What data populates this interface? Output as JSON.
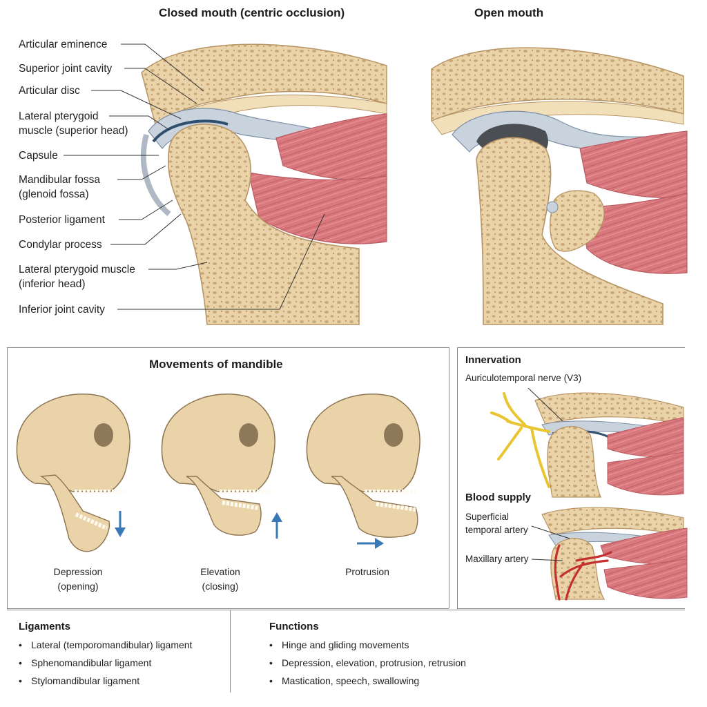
{
  "top": {
    "closed_title": "Closed mouth (centric occlusion)",
    "open_title": "Open mouth",
    "labels": [
      "Articular eminence",
      "Superior joint cavity",
      "Articular disc",
      "Lateral pterygoid\nmuscle (superior head)",
      "Capsule",
      "Mandibular fossa\n(glenoid fossa)",
      "Posterior ligament",
      "Condylar process",
      "Lateral pterygoid muscle\n(inferior head)",
      "Inferior joint cavity"
    ]
  },
  "movements": {
    "title": "Movements of mandible",
    "items": [
      {
        "caption": "Depression\n(opening)",
        "arrow": "down"
      },
      {
        "caption": "Elevation\n(closing)",
        "arrow": "up"
      },
      {
        "caption": "Protrusion",
        "arrow": "right"
      }
    ]
  },
  "side": {
    "innervation_title": "Innervation",
    "nerve_label": "Auriculotemporal nerve (V3)",
    "blood_title": "Blood supply",
    "artery1_label": "Superficial\ntemporal artery",
    "artery2_label": "Maxillary artery"
  },
  "ligaments": {
    "title": "Ligaments",
    "items": [
      "Lateral (temporomandibular) ligament",
      "Sphenomandibular ligament",
      "Stylomandibular ligament"
    ]
  },
  "functions": {
    "title": "Functions",
    "items": [
      "Hinge and gliding movements",
      "Depression, elevation, protrusion, retrusion",
      "Mastication, speech, swallowing"
    ]
  },
  "colors": {
    "bone": "#ead3a8",
    "bone_dark": "#c9a878",
    "muscle": "#d9787d",
    "muscle_dark": "#b95a62",
    "disc": "#c9d3de",
    "cavity": "#2f4f6f",
    "nerve": "#e8c531",
    "artery": "#c43030",
    "arrow": "#3a79b5"
  }
}
